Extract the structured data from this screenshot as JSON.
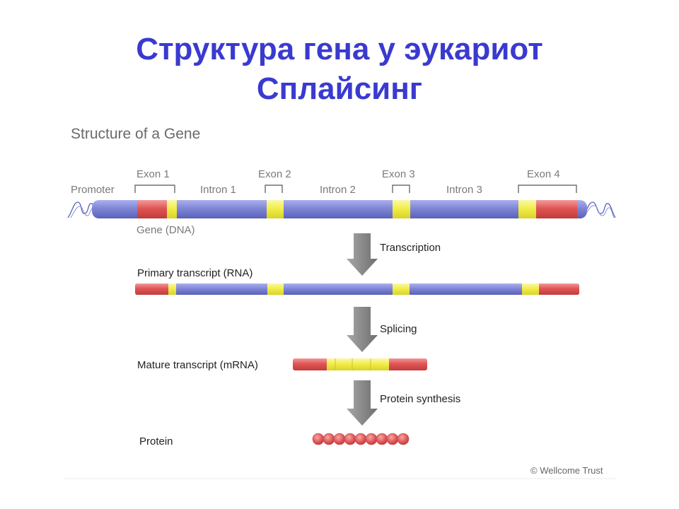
{
  "slide": {
    "title_line1": "Структура гена у эукариот",
    "title_line2": "Сплайсинг"
  },
  "diagram": {
    "heading": "Structure of a Gene",
    "gene_labels": {
      "promoter": "Promoter",
      "exon1": "Exon 1",
      "exon2": "Exon 2",
      "exon3": "Exon 3",
      "exon4": "Exon 4",
      "intron1": "Intron 1",
      "intron2": "Intron 2",
      "intron3": "Intron 3",
      "gene": "Gene (DNA)"
    },
    "steps": {
      "transcription": "Transcription",
      "splicing": "Splicing",
      "protein_synthesis": "Protein synthesis"
    },
    "stages": {
      "primary": "Primary transcript (RNA)",
      "mature": "Mature transcript (mRNA)",
      "protein": "Protein"
    },
    "credit": "© Wellcome Trust",
    "colors": {
      "title": "#3a3ad0",
      "intron": "#7f86d6",
      "exon_red": "#e05555",
      "exon_yellow": "#f2ee4a",
      "arrow": "#8c8c8c",
      "protein_bead": "#e05858"
    },
    "protein_bead_count": 9
  }
}
